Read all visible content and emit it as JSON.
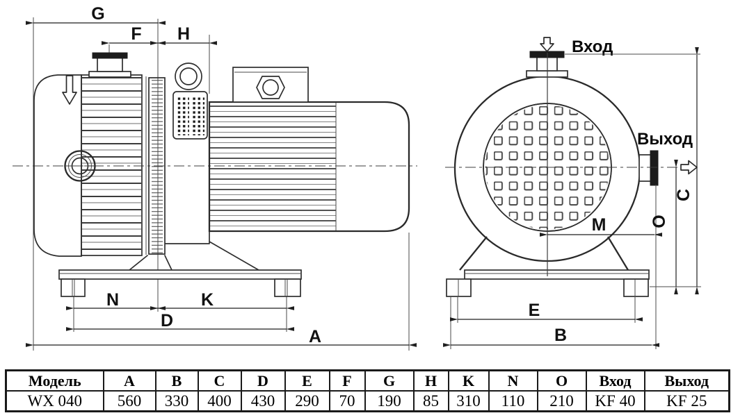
{
  "drawing": {
    "dims": {
      "A": "A",
      "B": "B",
      "C": "C",
      "D": "D",
      "E": "E",
      "F": "F",
      "G": "G",
      "H": "H",
      "K": "K",
      "M": "M",
      "N": "N",
      "O": "O"
    },
    "inlet_label": "Вход",
    "outlet_label": "Выход"
  },
  "table": {
    "headers": [
      "Модель",
      "A",
      "B",
      "C",
      "D",
      "E",
      "F",
      "G",
      "H",
      "K",
      "N",
      "O",
      "Вход",
      "Выход"
    ],
    "rows": [
      [
        "WX 040",
        "560",
        "330",
        "400",
        "430",
        "290",
        "70",
        "190",
        "85",
        "310",
        "110",
        "210",
        "KF 40",
        "KF 25"
      ]
    ]
  },
  "colors": {
    "background": "#ffffff",
    "line": "#2e2e2e",
    "dark_fill": "#1c1c1c",
    "text": "#111111"
  }
}
